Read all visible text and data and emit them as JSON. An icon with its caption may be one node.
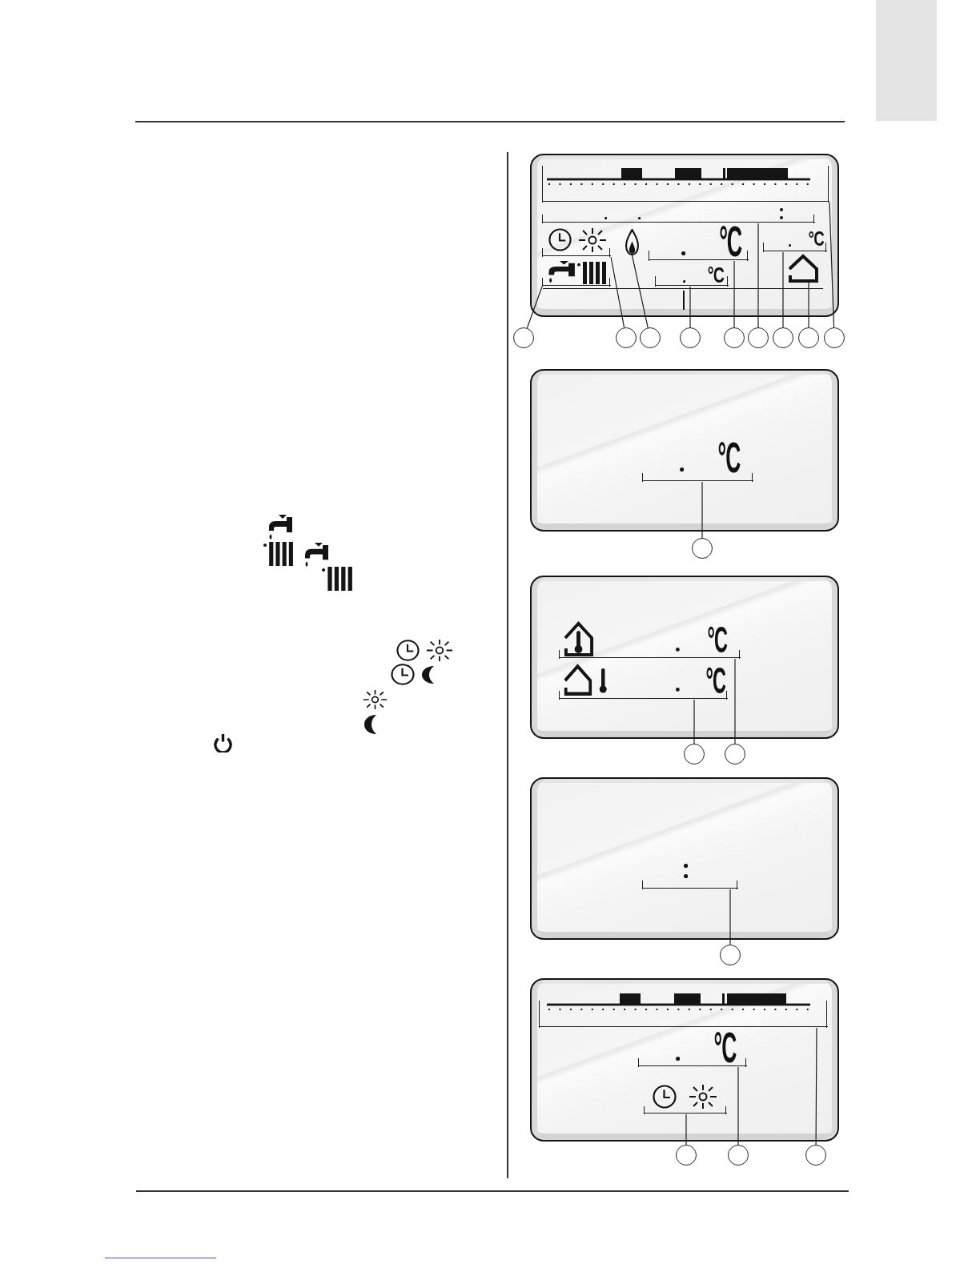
{
  "diagram": {
    "nodes": [
      {
        "text": [],
        "shape": "box"
      },
      {
        "text": [],
        "shape": "bar",
        "in": 0
      },
      {
        "text": [],
        "shape": "box",
        "in": 0
      },
      {
        "text": [],
        "shape": "picture",
        "in": 0
      },
      {
        "text": [],
        "shape": "picture",
        "in": 0
      },
      {
        "text": [
          "°C"
        ],
        "in": 0
      },
      {
        "text": [
          "°C"
        ],
        "in": 0
      },
      {
        "text": [],
        "shape": "picture",
        "in": 0
      },
      {
        "text": [],
        "shape": "picture",
        "in": 0
      },
      {
        "text": [
          "°C"
        ],
        "in": 0
      },
      {
        "text": [],
        "shape": "circle"
      },
      {
        "text": [],
        "shape": "circle"
      },
      {
        "text": [],
        "shape": "circle"
      },
      {
        "text": [],
        "shape": "circle"
      },
      {
        "text": [],
        "shape": "circle"
      },
      {
        "text": [],
        "shape": "circle"
      },
      {
        "text": [],
        "shape": "circle"
      },
      {
        "text": [],
        "shape": "circle"
      },
      {
        "text": [],
        "shape": "circle"
      },
      {
        "text": [],
        "shape": "box"
      },
      {
        "text": [
          "°C"
        ],
        "in": 19
      },
      {
        "text": [],
        "shape": "circle"
      },
      {
        "text": [],
        "shape": "box"
      },
      {
        "text": [
          "°C"
        ],
        "in": 22
      },
      {
        "text": [
          "°C"
        ],
        "in": 22
      },
      {
        "text": [],
        "shape": "circle"
      },
      {
        "text": [],
        "shape": "circle"
      },
      {
        "text": [],
        "shape": "box"
      },
      {
        "text": [],
        "shape": "box",
        "in": 27
      },
      {
        "text": [],
        "shape": "circle"
      },
      {
        "text": [],
        "shape": "box"
      },
      {
        "text": [],
        "shape": "bar",
        "in": 30
      },
      {
        "text": [
          "°C"
        ],
        "in": 30
      },
      {
        "text": [],
        "shape": "picture",
        "in": 30
      },
      {
        "text": [],
        "shape": "circle"
      },
      {
        "text": [],
        "shape": "circle"
      },
      {
        "text": [],
        "shape": "circle"
      }
    ],
    "edges": [
      {
        "from": 10,
        "to": 8,
        "arrow": "none"
      },
      {
        "from": 11,
        "to": 3,
        "arrow": "none"
      },
      {
        "from": 12,
        "to": 4,
        "arrow": "none"
      },
      {
        "from": 13,
        "to": 9,
        "arrow": "none"
      },
      {
        "from": 14,
        "to": 5,
        "arrow": "none"
      },
      {
        "from": 15,
        "to": 2,
        "arrow": "none"
      },
      {
        "from": 16,
        "to": 6,
        "arrow": "none"
      },
      {
        "from": 17,
        "to": 7,
        "arrow": "none"
      },
      {
        "from": 18,
        "to": 1,
        "arrow": "none"
      },
      {
        "from": 21,
        "to": 20,
        "arrow": "none"
      },
      {
        "from": 25,
        "to": 24,
        "arrow": "none"
      },
      {
        "from": 26,
        "to": 23,
        "arrow": "none"
      },
      {
        "from": 29,
        "to": 28,
        "arrow": "none"
      },
      {
        "from": 34,
        "to": 33,
        "arrow": "none"
      },
      {
        "from": 35,
        "to": 32,
        "arrow": "none"
      },
      {
        "from": 36,
        "to": 31,
        "arrow": "none"
      }
    ]
  }
}
